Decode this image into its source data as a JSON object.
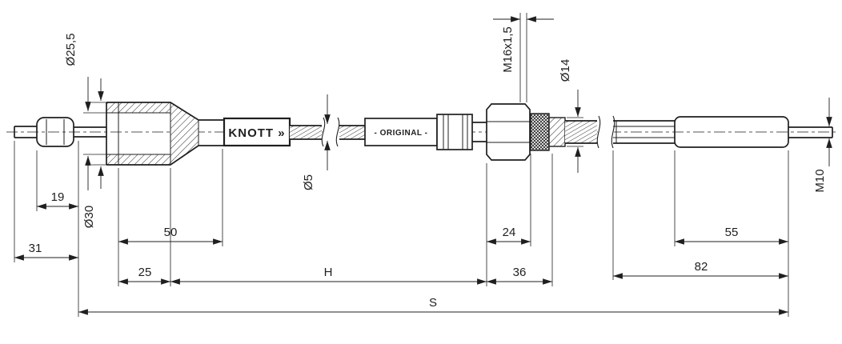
{
  "colors": {
    "ink": "#1f1f1f",
    "paper": "#ffffff"
  },
  "labels": {
    "brand": "KNOTT »",
    "original": "- ORIGINAL -"
  },
  "dimensions": {
    "dia25_5": "Ø25,5",
    "dia30": "Ø30",
    "dia5": "Ø5",
    "m16": "M16x1,5",
    "dia14": "Ø14",
    "m10": "M10",
    "len19": "19",
    "len31": "31",
    "len50": "50",
    "len25": "25",
    "lenH": "H",
    "len24": "24",
    "len36": "36",
    "len55": "55",
    "len82": "82",
    "lenS": "S"
  }
}
